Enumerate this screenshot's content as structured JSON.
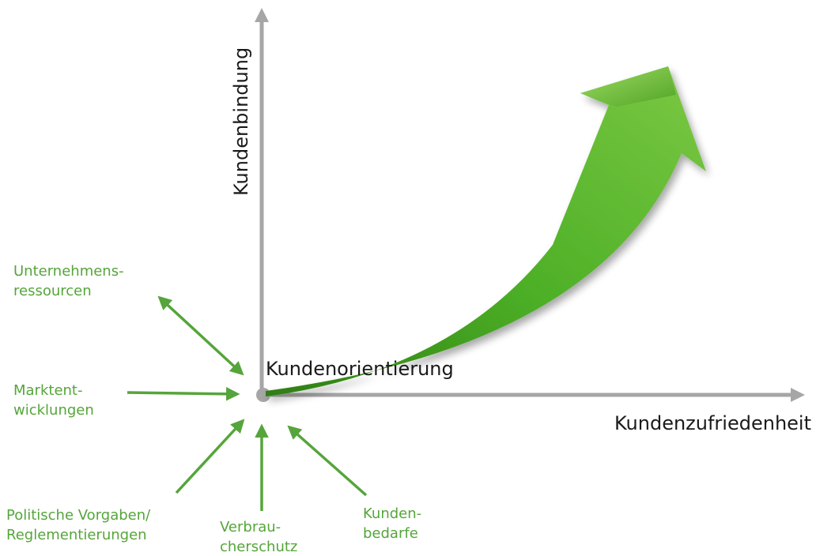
{
  "diagram": {
    "y_axis_label": "Kundenbindung",
    "x_axis_label": "Kundenzufriedenheit",
    "origin_label": "Kundenorientierung",
    "factors": [
      {
        "name": "unternehmensressourcen",
        "lines": [
          "Unternehmens-",
          "ressourcen"
        ]
      },
      {
        "name": "marktentwicklungen",
        "lines": [
          "Marktent-",
          "wicklungen"
        ]
      },
      {
        "name": "politische-vorgaben",
        "lines": [
          "Politische Vorgaben/",
          "Reglementierungen"
        ]
      },
      {
        "name": "verbraucherschutz",
        "lines": [
          "Verbrau-",
          "cherschutz"
        ]
      },
      {
        "name": "kundenbedarfe",
        "lines": [
          "Kunden-",
          "bedarfe"
        ]
      }
    ]
  },
  "colors": {
    "axis": "#a6a6a6",
    "factor_green": "#55a53a",
    "arrow_light": "#8fd14f",
    "arrow_mid": "#4caf26",
    "arrow_dark": "#2f7d12",
    "text": "#1a1a1a"
  }
}
